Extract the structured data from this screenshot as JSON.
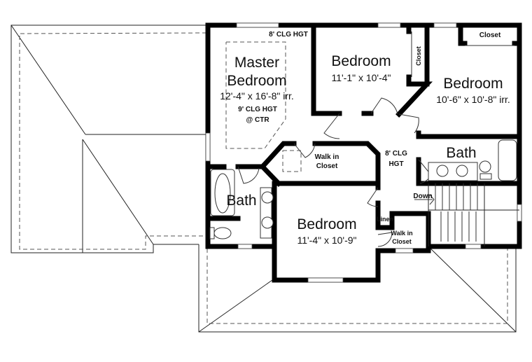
{
  "plan": {
    "rooms": {
      "master_bedroom": {
        "name_line1": "Master",
        "name_line2": "Bedroom",
        "size": "12'-4\" x 16'-8\" irr.",
        "ceiling_line1": "9' CLG HGT",
        "ceiling_line2": "@ CTR"
      },
      "bedroom_2": {
        "name": "Bedroom",
        "size": "11'-1\" x 10'-4\""
      },
      "bedroom_3": {
        "name": "Bedroom",
        "size": "10'-6\" x 10'-8\" irr."
      },
      "bedroom_4": {
        "name": "Bedroom",
        "size": "11'-4\" x 10'-9\""
      },
      "bath_hall": {
        "name": "Bath"
      },
      "bath_master": {
        "name": "Bath"
      },
      "closet_bedroom2": {
        "name": "Closet"
      },
      "closet_bedroom3": {
        "name": "Closet"
      },
      "walkin_master": {
        "line1": "Walk in",
        "line2": "Closet"
      },
      "walkin_bedroom4": {
        "line1": "Walk in",
        "line2": "Closet"
      },
      "linen": {
        "name": "Linen"
      }
    },
    "notes": {
      "master_ceiling": "8' CLG HGT",
      "hall_ceiling_line1": "8' CLG",
      "hall_ceiling_line2": "HGT",
      "stairs_down": "Down"
    }
  }
}
